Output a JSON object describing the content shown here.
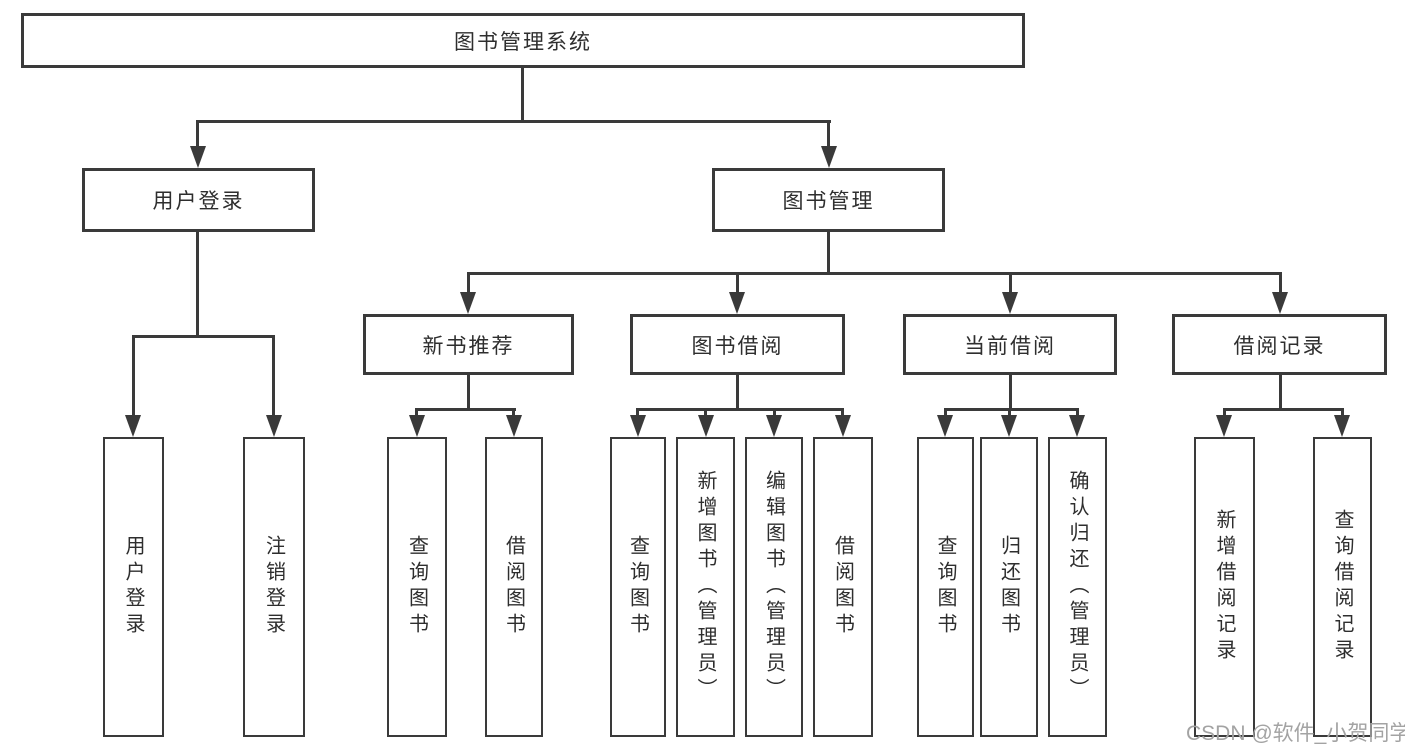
{
  "colors": {
    "line": "#3a3a3a",
    "text": "#2e2e2e",
    "box_background": "#ffffff",
    "watermark": "#a3a3a3"
  },
  "watermark": {
    "text": "CSDN @软件_小贺同学"
  },
  "diagram": {
    "root": {
      "label": "图书管理系统"
    },
    "branches": [
      {
        "label": "用户登录",
        "children": [
          {
            "label": "用户登录"
          },
          {
            "label": "注销登录"
          }
        ]
      },
      {
        "label": "图书管理",
        "children": [
          {
            "label": "新书推荐",
            "children": [
              {
                "label": "查询图书"
              },
              {
                "label": "借阅图书"
              }
            ]
          },
          {
            "label": "图书借阅",
            "children": [
              {
                "label": "查询图书"
              },
              {
                "label": "新增图书（管理员）"
              },
              {
                "label": "编辑图书（管理员）"
              },
              {
                "label": "借阅图书"
              }
            ]
          },
          {
            "label": "当前借阅",
            "children": [
              {
                "label": "查询图书"
              },
              {
                "label": "归还图书"
              },
              {
                "label": "确认归还（管理员）"
              }
            ]
          },
          {
            "label": "借阅记录",
            "children": [
              {
                "label": "新增借阅记录"
              },
              {
                "label": "查询借阅记录"
              }
            ]
          }
        ]
      }
    ]
  }
}
